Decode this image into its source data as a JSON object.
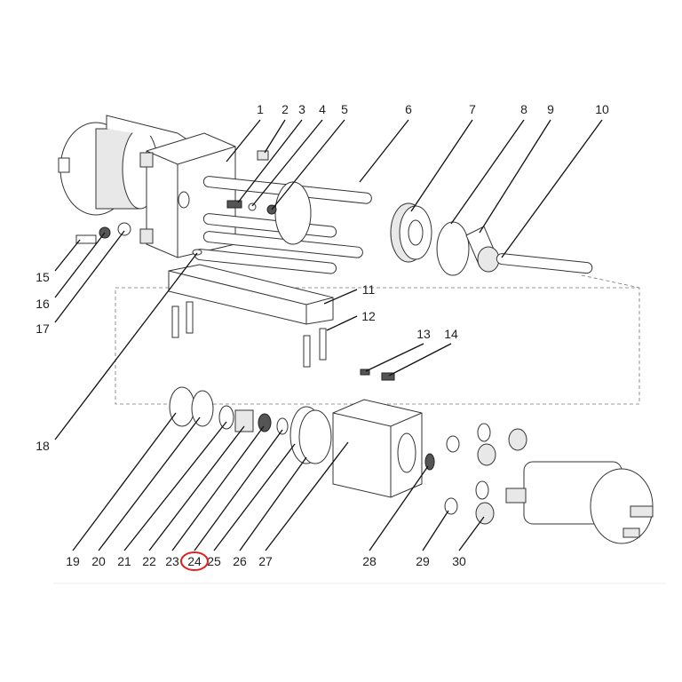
{
  "diagram": {
    "part_numbers": [
      "1",
      "2",
      "3",
      "4",
      "5",
      "6",
      "7",
      "8",
      "9",
      "10",
      "11",
      "12",
      "13",
      "14",
      "15",
      "16",
      "17",
      "18",
      "19",
      "20",
      "21",
      "22",
      "23",
      "24",
      "25",
      "26",
      "27",
      "28",
      "29",
      "30"
    ],
    "highlighted_part": "24",
    "highlight_color": "#e02020"
  }
}
